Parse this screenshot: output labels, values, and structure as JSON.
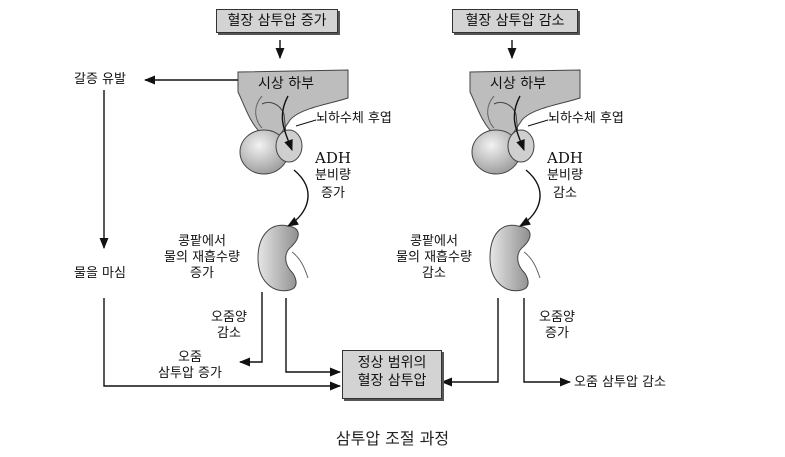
{
  "left": {
    "stimulus": "혈장 삼투압 증가",
    "hypothalamus": "시상 하부",
    "posterior_pituitary": "뇌하수체 후엽",
    "adh": [
      "ADH",
      "분비량",
      "증가"
    ],
    "kidney": [
      "콩팥에서",
      "물의 재흡수량",
      "증가"
    ],
    "urine": [
      "오줌양",
      "감소"
    ],
    "urine_result": [
      "오줌",
      "삼투압 증가"
    ],
    "thirst": "갈증 유발",
    "drink": "물을 마심"
  },
  "right": {
    "stimulus": "혈장 삼투압 감소",
    "hypothalamus": "시상 하부",
    "posterior_pituitary": "뇌하수체 후엽",
    "adh": [
      "ADH",
      "분비량",
      "감소"
    ],
    "kidney": [
      "콩팥에서",
      "물의 재흡수량",
      "감소"
    ],
    "urine": [
      "오줌양",
      "증가"
    ],
    "urine_result": "오줌 삼투압 감소"
  },
  "normal": [
    "정상 범위의",
    "혈장 삼투압"
  ],
  "caption": "삼투압 조절 과정"
}
